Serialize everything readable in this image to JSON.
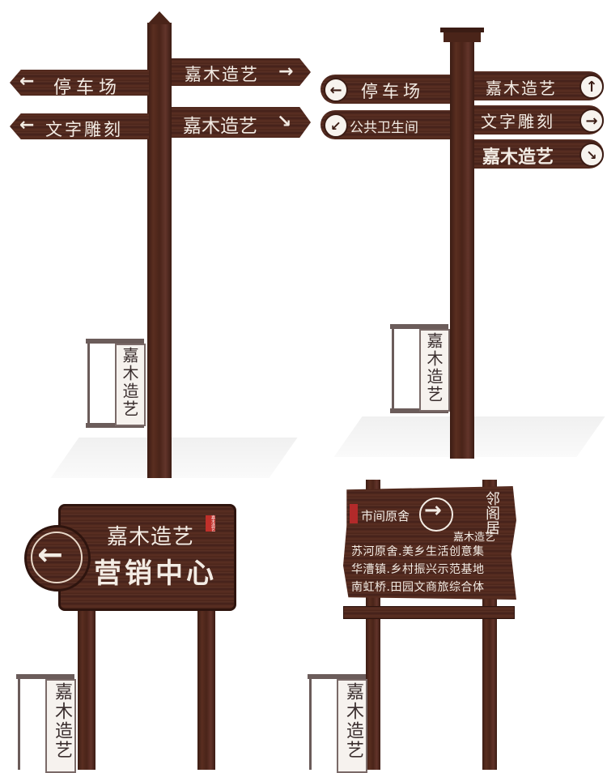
{
  "panel1": {
    "left_top": "停车场",
    "left_bottom": "文字雕刻",
    "right_top": "嘉木造艺",
    "right_bottom": "嘉木造艺",
    "arrow_left": "←",
    "arrow_right": "→",
    "arrow_diag": "↘"
  },
  "panel2": {
    "left_top": "停车场",
    "left_bottom": "公共卫生间",
    "right_1": "嘉木造艺",
    "right_2": "文字雕刻",
    "right_3": "嘉木造艺",
    "icon_left": "←",
    "icon_down_left": "↙",
    "icon_up": "↑",
    "icon_right": "→",
    "icon_diag": "↘"
  },
  "panel3": {
    "line1": "嘉木造艺",
    "line2": "营销中心",
    "arrow": "←",
    "seal": "嘉木造艺"
  },
  "panel4": {
    "brand": "市间原舍",
    "vertical": "邻阁居",
    "subtitle": "嘉木造艺",
    "line1": "苏河原舍.美乡生活创意集",
    "line2": "华漕镇.乡村振兴示范基地",
    "line3": "南虹桥.田园文商旅综合体",
    "arrow": "→"
  },
  "logo": {
    "text": "嘉木造艺"
  }
}
